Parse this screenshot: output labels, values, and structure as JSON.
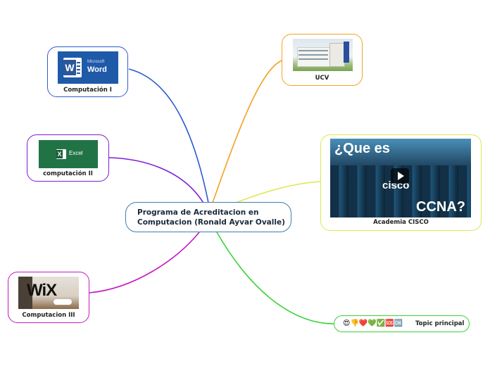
{
  "central_topic": {
    "line1": "Programa de Acreditacion en",
    "line2": "Computacion (Ronald Ayvar Ovalle)"
  },
  "topics": {
    "word": {
      "label": "Computación I",
      "brand_small": "Microsoft",
      "brand_big": "Word",
      "icon_letter": "W",
      "color": "#2d5bd0"
    },
    "excel": {
      "label": "computación II",
      "brand": "Excel",
      "icon_letter": "X",
      "color": "#7b1fd6"
    },
    "wix": {
      "label": "Computacion III",
      "brand": "WiX",
      "color": "#c21ac2"
    },
    "ucv": {
      "label": "UCV",
      "color": "#f3a126"
    },
    "cisco": {
      "label": "Academia CISCO",
      "video_line1": "¿Que es",
      "video_mid": "cisco",
      "video_line2": "CCNA?",
      "color": "#dde84a"
    },
    "principal": {
      "label": "Topic principal",
      "emojis": [
        "😍",
        "👎",
        "❤️",
        "💚",
        "✅",
        "🆘",
        "🆗"
      ],
      "color": "#3ad13a"
    }
  }
}
